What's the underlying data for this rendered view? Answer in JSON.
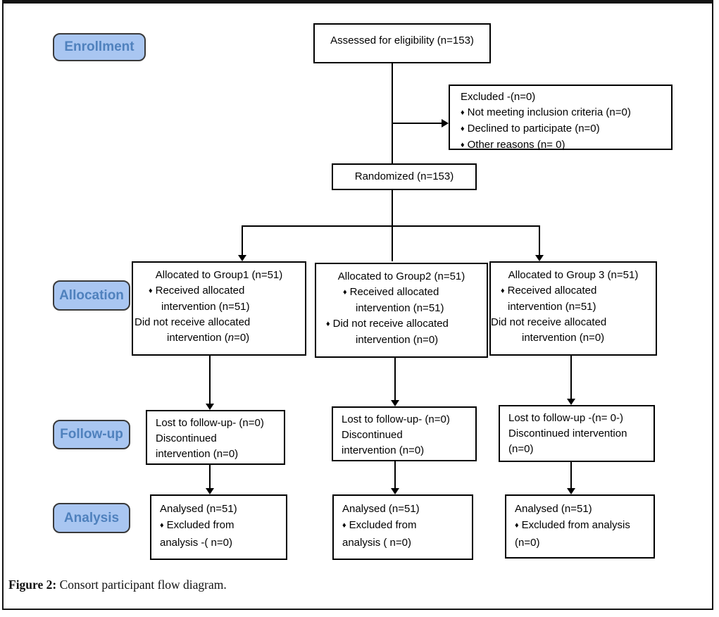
{
  "caption": {
    "label": "Figure 2:",
    "text": " Consort participant flow diagram."
  },
  "bullet": "♦",
  "stages": {
    "enrollment": "Enrollment",
    "allocation": "Allocation",
    "followup": "Follow-up",
    "analysis": "Analysis"
  },
  "flow": {
    "assessed": "Assessed for eligibility (n=153)",
    "excluded": {
      "title": "Excluded -(n=0)",
      "items": [
        "Not meeting inclusion criteria (n=0)",
        "Declined to participate (n=0)",
        "Other reasons (n= 0)"
      ]
    },
    "randomized": "Randomized (n=153)",
    "groups": [
      {
        "title": "Allocated to Group1 (n=51)",
        "received_1": "Received allocated",
        "received_2": "intervention (n=51)",
        "not_received_1": "Did not receive allocated",
        "not_received_2_pre": "intervention (",
        "not_received_2_n": "n",
        "not_received_2_post": "=0)"
      },
      {
        "title": "Allocated to Group2 (n=51)",
        "received_1": "Received allocated",
        "received_2": "intervention (n=51)",
        "not_received_1": "Did not receive allocated",
        "not_received_2": "intervention (n=0)"
      },
      {
        "title": "Allocated to Group 3 (n=51)",
        "received_1": "Received allocated",
        "received_2": "intervention (n=51)",
        "not_received_1": "Did not receive allocated",
        "not_received_2": "intervention (n=0)"
      }
    ],
    "followup": [
      {
        "line1": "Lost to follow-up- (n=0)",
        "line2": "Discontinued",
        "line3": "intervention (n=0)"
      },
      {
        "line1": "Lost to follow-up- (n=0)",
        "line2": "Discontinued",
        "line3": "intervention (n=0)"
      },
      {
        "line1": "Lost to follow-up -(n= 0-)",
        "line2": "Discontinued intervention",
        "line3": "(n=0)"
      }
    ],
    "analysis": [
      {
        "line1": "Analysed (n=51)",
        "line2": "Excluded from",
        "line3": "analysis -( n=0)"
      },
      {
        "line1": "Analysed (n=51)",
        "line2": "Excluded from",
        "line3": "analysis ( n=0)"
      },
      {
        "line1": "Analysed (n=51)",
        "line2": "Excluded from analysis",
        "line3": "(n=0)"
      }
    ]
  },
  "colors": {
    "stage_fill": "#a9c6f1",
    "stage_border": "#3a3a3a",
    "stage_text": "#4f81bd",
    "box_border": "#000000"
  }
}
